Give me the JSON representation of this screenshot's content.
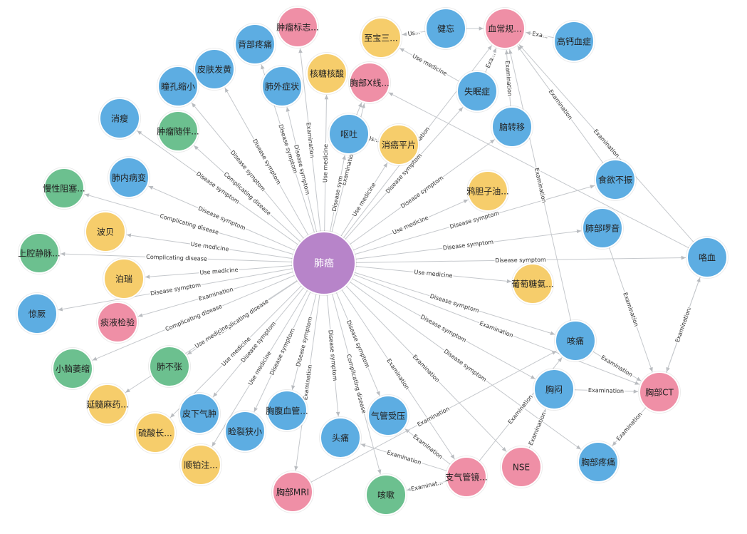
{
  "colors": {
    "center": "#b784c9",
    "blue": "#5dade2",
    "pink": "#ef8fa6",
    "yellow": "#f6cd6b",
    "green": "#6cc08f",
    "edge": "#c5c8cc"
  },
  "center": "n0",
  "nodes": [
    {
      "id": "n0",
      "label": "肺癌",
      "type": "center"
    },
    {
      "id": "n1",
      "label": "肿瘤标志...",
      "type": "pink"
    },
    {
      "id": "n2",
      "label": "背部疼痛",
      "type": "blue"
    },
    {
      "id": "n3",
      "label": "皮肤发黄",
      "type": "blue"
    },
    {
      "id": "n4",
      "label": "瞳孔缩小",
      "type": "blue"
    },
    {
      "id": "n5",
      "label": "消瘦",
      "type": "blue"
    },
    {
      "id": "n6",
      "label": "肿瘤随伴...",
      "type": "green"
    },
    {
      "id": "n7",
      "label": "肺外症状",
      "type": "blue"
    },
    {
      "id": "n8",
      "label": "核糖核酸",
      "type": "yellow"
    },
    {
      "id": "n9",
      "label": "胸部X线...",
      "type": "pink"
    },
    {
      "id": "n10",
      "label": "至宝三...",
      "type": "yellow"
    },
    {
      "id": "n11",
      "label": "健忘",
      "type": "blue"
    },
    {
      "id": "n12",
      "label": "血常规...",
      "type": "pink"
    },
    {
      "id": "n13",
      "label": "高钙血症",
      "type": "blue"
    },
    {
      "id": "n14",
      "label": "失眠症",
      "type": "blue"
    },
    {
      "id": "n15",
      "label": "呕吐",
      "type": "blue"
    },
    {
      "id": "n16",
      "label": "消癌平片",
      "type": "yellow"
    },
    {
      "id": "n17",
      "label": "脑转移",
      "type": "blue"
    },
    {
      "id": "n18",
      "label": "慢性阻塞...",
      "type": "green"
    },
    {
      "id": "n19",
      "label": "肺内病变",
      "type": "blue"
    },
    {
      "id": "n20",
      "label": "食欲不振",
      "type": "blue"
    },
    {
      "id": "n21",
      "label": "鸦胆子油...",
      "type": "yellow"
    },
    {
      "id": "n22",
      "label": "波贝",
      "type": "yellow"
    },
    {
      "id": "n23",
      "label": "肺部啰音",
      "type": "blue"
    },
    {
      "id": "n24",
      "label": "上腔静脉...",
      "type": "green"
    },
    {
      "id": "n25",
      "label": "泊瑞",
      "type": "yellow"
    },
    {
      "id": "n26",
      "label": "咯血",
      "type": "blue"
    },
    {
      "id": "n27",
      "label": "葡萄糖氨...",
      "type": "yellow"
    },
    {
      "id": "n28",
      "label": "惊厥",
      "type": "blue"
    },
    {
      "id": "n29",
      "label": "痰液检验",
      "type": "pink"
    },
    {
      "id": "n30",
      "label": "咳痛",
      "type": "blue"
    },
    {
      "id": "n31",
      "label": "小脑萎缩",
      "type": "green"
    },
    {
      "id": "n32",
      "label": "肺不张",
      "type": "green"
    },
    {
      "id": "n33",
      "label": "胸闷",
      "type": "blue"
    },
    {
      "id": "n34",
      "label": "胸部CT",
      "type": "pink"
    },
    {
      "id": "n35",
      "label": "延髓麻药...",
      "type": "yellow"
    },
    {
      "id": "n36",
      "label": "皮下气肿",
      "type": "blue"
    },
    {
      "id": "n37",
      "label": "胸腹血管...",
      "type": "blue"
    },
    {
      "id": "n38",
      "label": "气管受压",
      "type": "blue"
    },
    {
      "id": "n39",
      "label": "硫酸长...",
      "type": "yellow"
    },
    {
      "id": "n40",
      "label": "睑裂狭小",
      "type": "blue"
    },
    {
      "id": "n41",
      "label": "头痛",
      "type": "blue"
    },
    {
      "id": "n42",
      "label": "NSE",
      "type": "pink"
    },
    {
      "id": "n43",
      "label": "胸部疼痛",
      "type": "blue"
    },
    {
      "id": "n44",
      "label": "顺铂注...",
      "type": "yellow"
    },
    {
      "id": "n45",
      "label": "支气管镜...",
      "type": "pink"
    },
    {
      "id": "n46",
      "label": "胸部MRI",
      "type": "pink"
    },
    {
      "id": "n47",
      "label": "咳嗽",
      "type": "green"
    }
  ],
  "edges": [
    {
      "from": "n0",
      "to": "n1",
      "label": "Examination"
    },
    {
      "from": "n0",
      "to": "n2",
      "label": "Disease symptom"
    },
    {
      "from": "n0",
      "to": "n3",
      "label": "Disease symptom"
    },
    {
      "from": "n0",
      "to": "n4",
      "label": "Disease symptom"
    },
    {
      "from": "n0",
      "to": "n5",
      "label": "Disease symptom"
    },
    {
      "from": "n0",
      "to": "n6",
      "label": "Complicating disease"
    },
    {
      "from": "n0",
      "to": "n7",
      "label": "Disease symptom"
    },
    {
      "from": "n0",
      "to": "n8",
      "label": "Use medicine"
    },
    {
      "from": "n0",
      "to": "n9",
      "label": "Examination"
    },
    {
      "from": "n0",
      "to": "n15",
      "label": "Disease sym"
    },
    {
      "from": "n0",
      "to": "n16",
      "label": "Use medicine"
    },
    {
      "from": "n0",
      "to": "n14",
      "label": "Disease symptom"
    },
    {
      "from": "n0",
      "to": "n17",
      "label": "Disease symptom"
    },
    {
      "from": "n0",
      "to": "n12",
      "label": "Examination"
    },
    {
      "from": "n0",
      "to": "n18",
      "label": "Complicating disease"
    },
    {
      "from": "n0",
      "to": "n19",
      "label": "Disease symptom"
    },
    {
      "from": "n0",
      "to": "n20",
      "label": "Disease symptom"
    },
    {
      "from": "n0",
      "to": "n21",
      "label": "Use medicine"
    },
    {
      "from": "n0",
      "to": "n22",
      "label": "Use medicine"
    },
    {
      "from": "n0",
      "to": "n23",
      "label": "Disease symptom"
    },
    {
      "from": "n0",
      "to": "n24",
      "label": "Complicating disease"
    },
    {
      "from": "n0",
      "to": "n25",
      "label": "Use medicine"
    },
    {
      "from": "n0",
      "to": "n26",
      "label": "Disease symptom"
    },
    {
      "from": "n0",
      "to": "n27",
      "label": "Use medicine"
    },
    {
      "from": "n0",
      "to": "n28",
      "label": "Disease symptom"
    },
    {
      "from": "n0",
      "to": "n29",
      "label": "Examination"
    },
    {
      "from": "n0",
      "to": "n30",
      "label": "Disease symptom"
    },
    {
      "from": "n0",
      "to": "n31",
      "label": "Complicating disease"
    },
    {
      "from": "n0",
      "to": "n32",
      "label": "Complicating disease"
    },
    {
      "from": "n0",
      "to": "n33",
      "label": "Disease symptom"
    },
    {
      "from": "n0",
      "to": "n34",
      "label": "Examination"
    },
    {
      "from": "n0",
      "to": "n35",
      "label": "Use medicine"
    },
    {
      "from": "n0",
      "to": "n36",
      "label": "Disease symptom"
    },
    {
      "from": "n0",
      "to": "n37",
      "label": "Disease symptom"
    },
    {
      "from": "n0",
      "to": "n38",
      "label": "Disease symptom"
    },
    {
      "from": "n0",
      "to": "n39",
      "label": "Use medicine"
    },
    {
      "from": "n0",
      "to": "n40",
      "label": "Disease symptom"
    },
    {
      "from": "n0",
      "to": "n41",
      "label": "Disease symptom"
    },
    {
      "from": "n0",
      "to": "n42",
      "label": "Examination"
    },
    {
      "from": "n0",
      "to": "n43",
      "label": "Disease symptom"
    },
    {
      "from": "n0",
      "to": "n44",
      "label": "Use medicine"
    },
    {
      "from": "n0",
      "to": "n45",
      "label": "Examination"
    },
    {
      "from": "n0",
      "to": "n46",
      "label": "Examination"
    },
    {
      "from": "n0",
      "to": "n47",
      "label": "Complicating disease"
    },
    {
      "from": "n11",
      "to": "n10",
      "label": "Us..."
    },
    {
      "from": "n14",
      "to": "n10",
      "label": "Use medicine"
    },
    {
      "from": "n11",
      "to": "n12",
      "label": ""
    },
    {
      "from": "n13",
      "to": "n12",
      "label": "Exa..."
    },
    {
      "from": "n14",
      "to": "n12",
      "label": "Exa..."
    },
    {
      "from": "n17",
      "to": "n12",
      "label": "Examination"
    },
    {
      "from": "n20",
      "to": "n12",
      "label": "Examination"
    },
    {
      "from": "n30",
      "to": "n12",
      "label": "Examination"
    },
    {
      "from": "n26",
      "to": "n12",
      "label": "Examination"
    },
    {
      "from": "n15",
      "to": "n16",
      "label": "Us..."
    },
    {
      "from": "n15",
      "to": "n9",
      "label": ""
    },
    {
      "from": "n26",
      "to": "n9",
      "label": ""
    },
    {
      "from": "n23",
      "to": "n34",
      "label": "Examination"
    },
    {
      "from": "n33",
      "to": "n34",
      "label": "Examination"
    },
    {
      "from": "n30",
      "to": "n34",
      "label": "Examination"
    },
    {
      "from": "n26",
      "to": "n34",
      "label": "Examination"
    },
    {
      "from": "n34",
      "to": "n26",
      "label": "Examination"
    },
    {
      "from": "n34",
      "to": "n43",
      "label": "Examination"
    },
    {
      "from": "n42",
      "to": "n33",
      "label": "Examination"
    },
    {
      "from": "n45",
      "to": "n30",
      "label": "Examination"
    },
    {
      "from": "n45",
      "to": "n38",
      "label": "Examination"
    },
    {
      "from": "n45",
      "to": "n41",
      "label": "Examination"
    },
    {
      "from": "n45",
      "to": "n47",
      "label": "Examinat..."
    },
    {
      "from": "n46",
      "to": "n30",
      "label": "Examination"
    }
  ]
}
